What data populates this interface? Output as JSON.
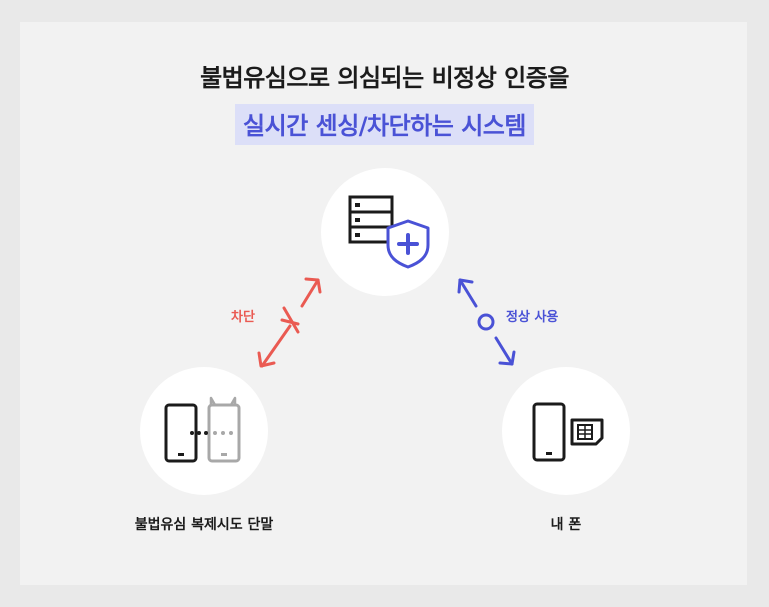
{
  "headline": {
    "line1": "불법유심으로 의심되는 비정상 인증을",
    "line2": "실시간 센싱/차단하는 시스템"
  },
  "nodes": {
    "server": {
      "icon": "server-shield-icon"
    },
    "illegal": {
      "label": "불법유심 복제시도 단말",
      "icon": "cloned-phones-icon"
    },
    "myphone": {
      "label": "내 폰",
      "icon": "phone-sim-icon"
    }
  },
  "links": {
    "blocked": {
      "label": "차단",
      "color": "#ea5a52",
      "icon": "blocked-arrow-icon"
    },
    "normal": {
      "label": "정상 사용",
      "color": "#4a52d6",
      "icon": "normal-arrow-icon"
    }
  },
  "colors": {
    "accent": "#4a52d6",
    "highlight_bg": "#dcdff8",
    "block_red": "#ea5a52",
    "text_dark": "#1b1b1b"
  }
}
